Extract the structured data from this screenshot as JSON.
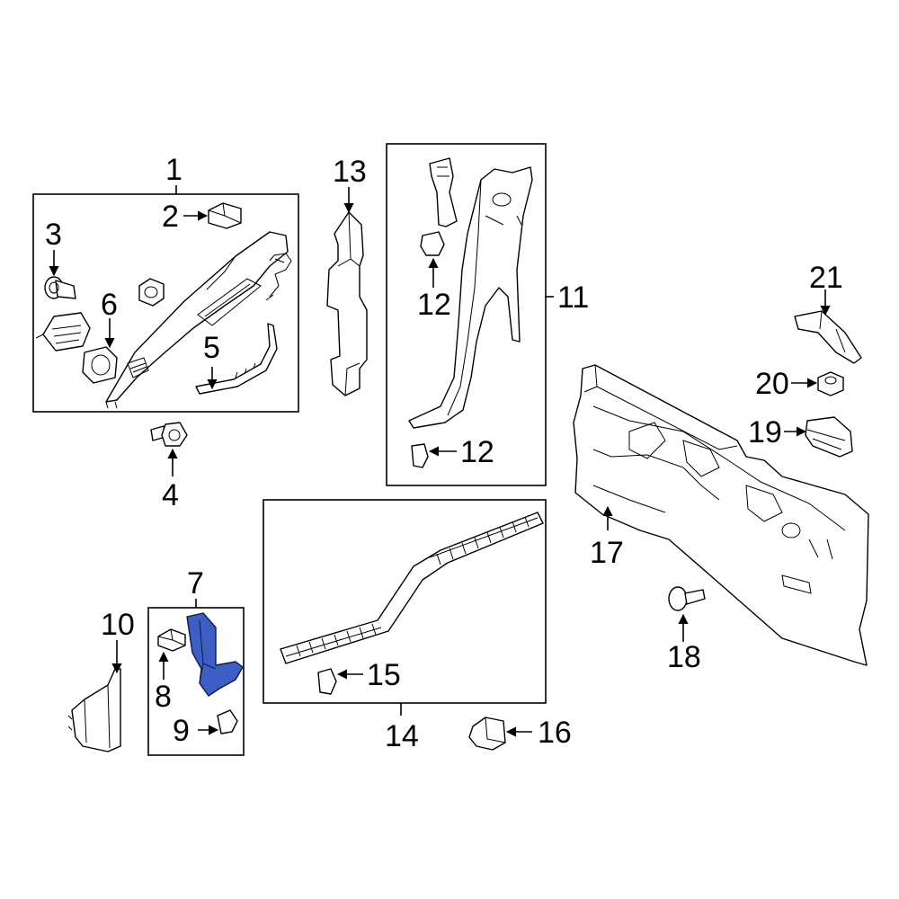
{
  "callouts": {
    "c1": "1",
    "c2": "2",
    "c3": "3",
    "c4": "4",
    "c5": "5",
    "c6": "6",
    "c7": "7",
    "c8": "8",
    "c9": "9",
    "c10": "10",
    "c11": "11",
    "c12a": "12",
    "c12b": "12",
    "c13": "13",
    "c14": "14",
    "c15": "15",
    "c16": "16",
    "c17": "17",
    "c18": "18",
    "c19": "19",
    "c20": "20",
    "c21": "21"
  },
  "highlight_color": "#3d5fc4",
  "highlighted_part": "7"
}
